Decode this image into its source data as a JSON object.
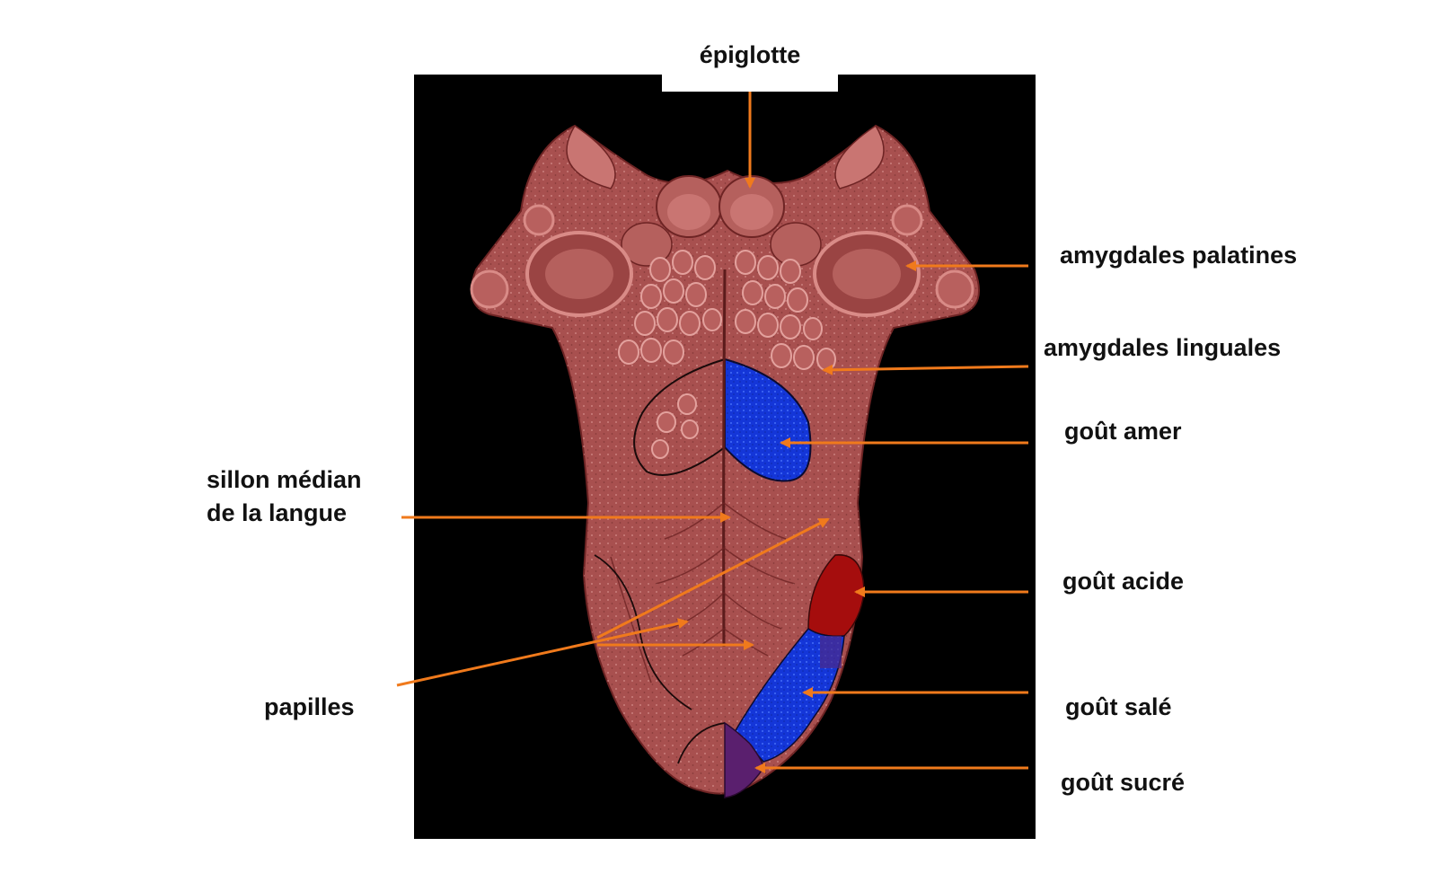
{
  "colors": {
    "background": "#ffffff",
    "panel": "#000000",
    "tongue": "#a8504f",
    "tongue_dark": "#7d2f2f",
    "tongue_light": "#d98b87",
    "bitter_zone": "#1436d8",
    "sour_zone": "#a50d0d",
    "salty_zone": "#1030c8",
    "sweet_zone": "#5a1f6e",
    "arrow": "#f07a1c"
  },
  "labels": {
    "epiglotte": "épiglotte",
    "amygdales_palatines": "amygdales palatines",
    "amygdales_linguales": "amygdales linguales",
    "gout_amer": "goût amer",
    "sillon_line1": "sillon médian",
    "sillon_line2": "de la langue",
    "gout_acide": "goût acide",
    "papilles": "papilles",
    "gout_sale": "goût salé",
    "gout_sucre": "goût sucré"
  }
}
